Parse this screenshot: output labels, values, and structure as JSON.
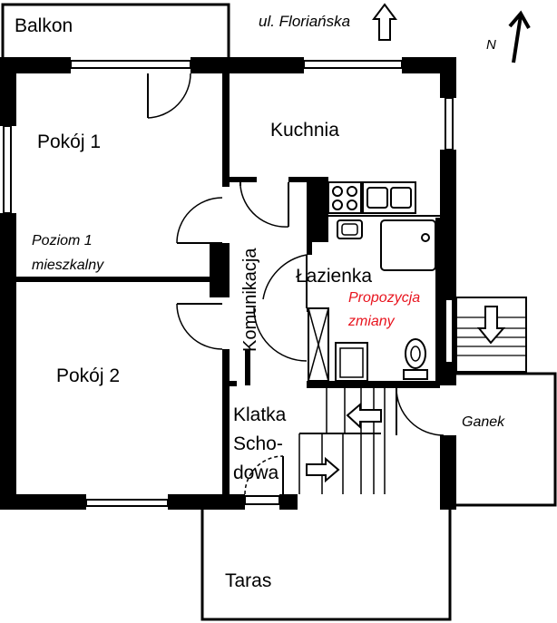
{
  "labels": {
    "balcony": "Balkon",
    "street": "ul. Floriańska",
    "north": "N",
    "room1": "Pokój 1",
    "room2": "Pokój 2",
    "kitchen": "Kuchnia",
    "bathroom": "Łazienka",
    "corridor": "Komunikacja",
    "level_line1": "Poziom 1",
    "level_line2": "mieszkalny",
    "proposal_line1": "Propozycja",
    "proposal_line2": "zmiany",
    "staircase_line1": "Klatka",
    "staircase_line2": "Scho-",
    "staircase_line3": "dowa",
    "porch": "Ganek",
    "terrace": "Taras"
  },
  "colors": {
    "walls": "#000000",
    "background": "#ffffff",
    "proposal_text": "#e8141e"
  },
  "icons": {
    "street_direction": "up-arrow-icon",
    "north_arrow": "north-arrow-icon",
    "stairs_arrows": [
      "left-arrow-icon",
      "right-arrow-icon",
      "down-arrow-icon"
    ]
  }
}
